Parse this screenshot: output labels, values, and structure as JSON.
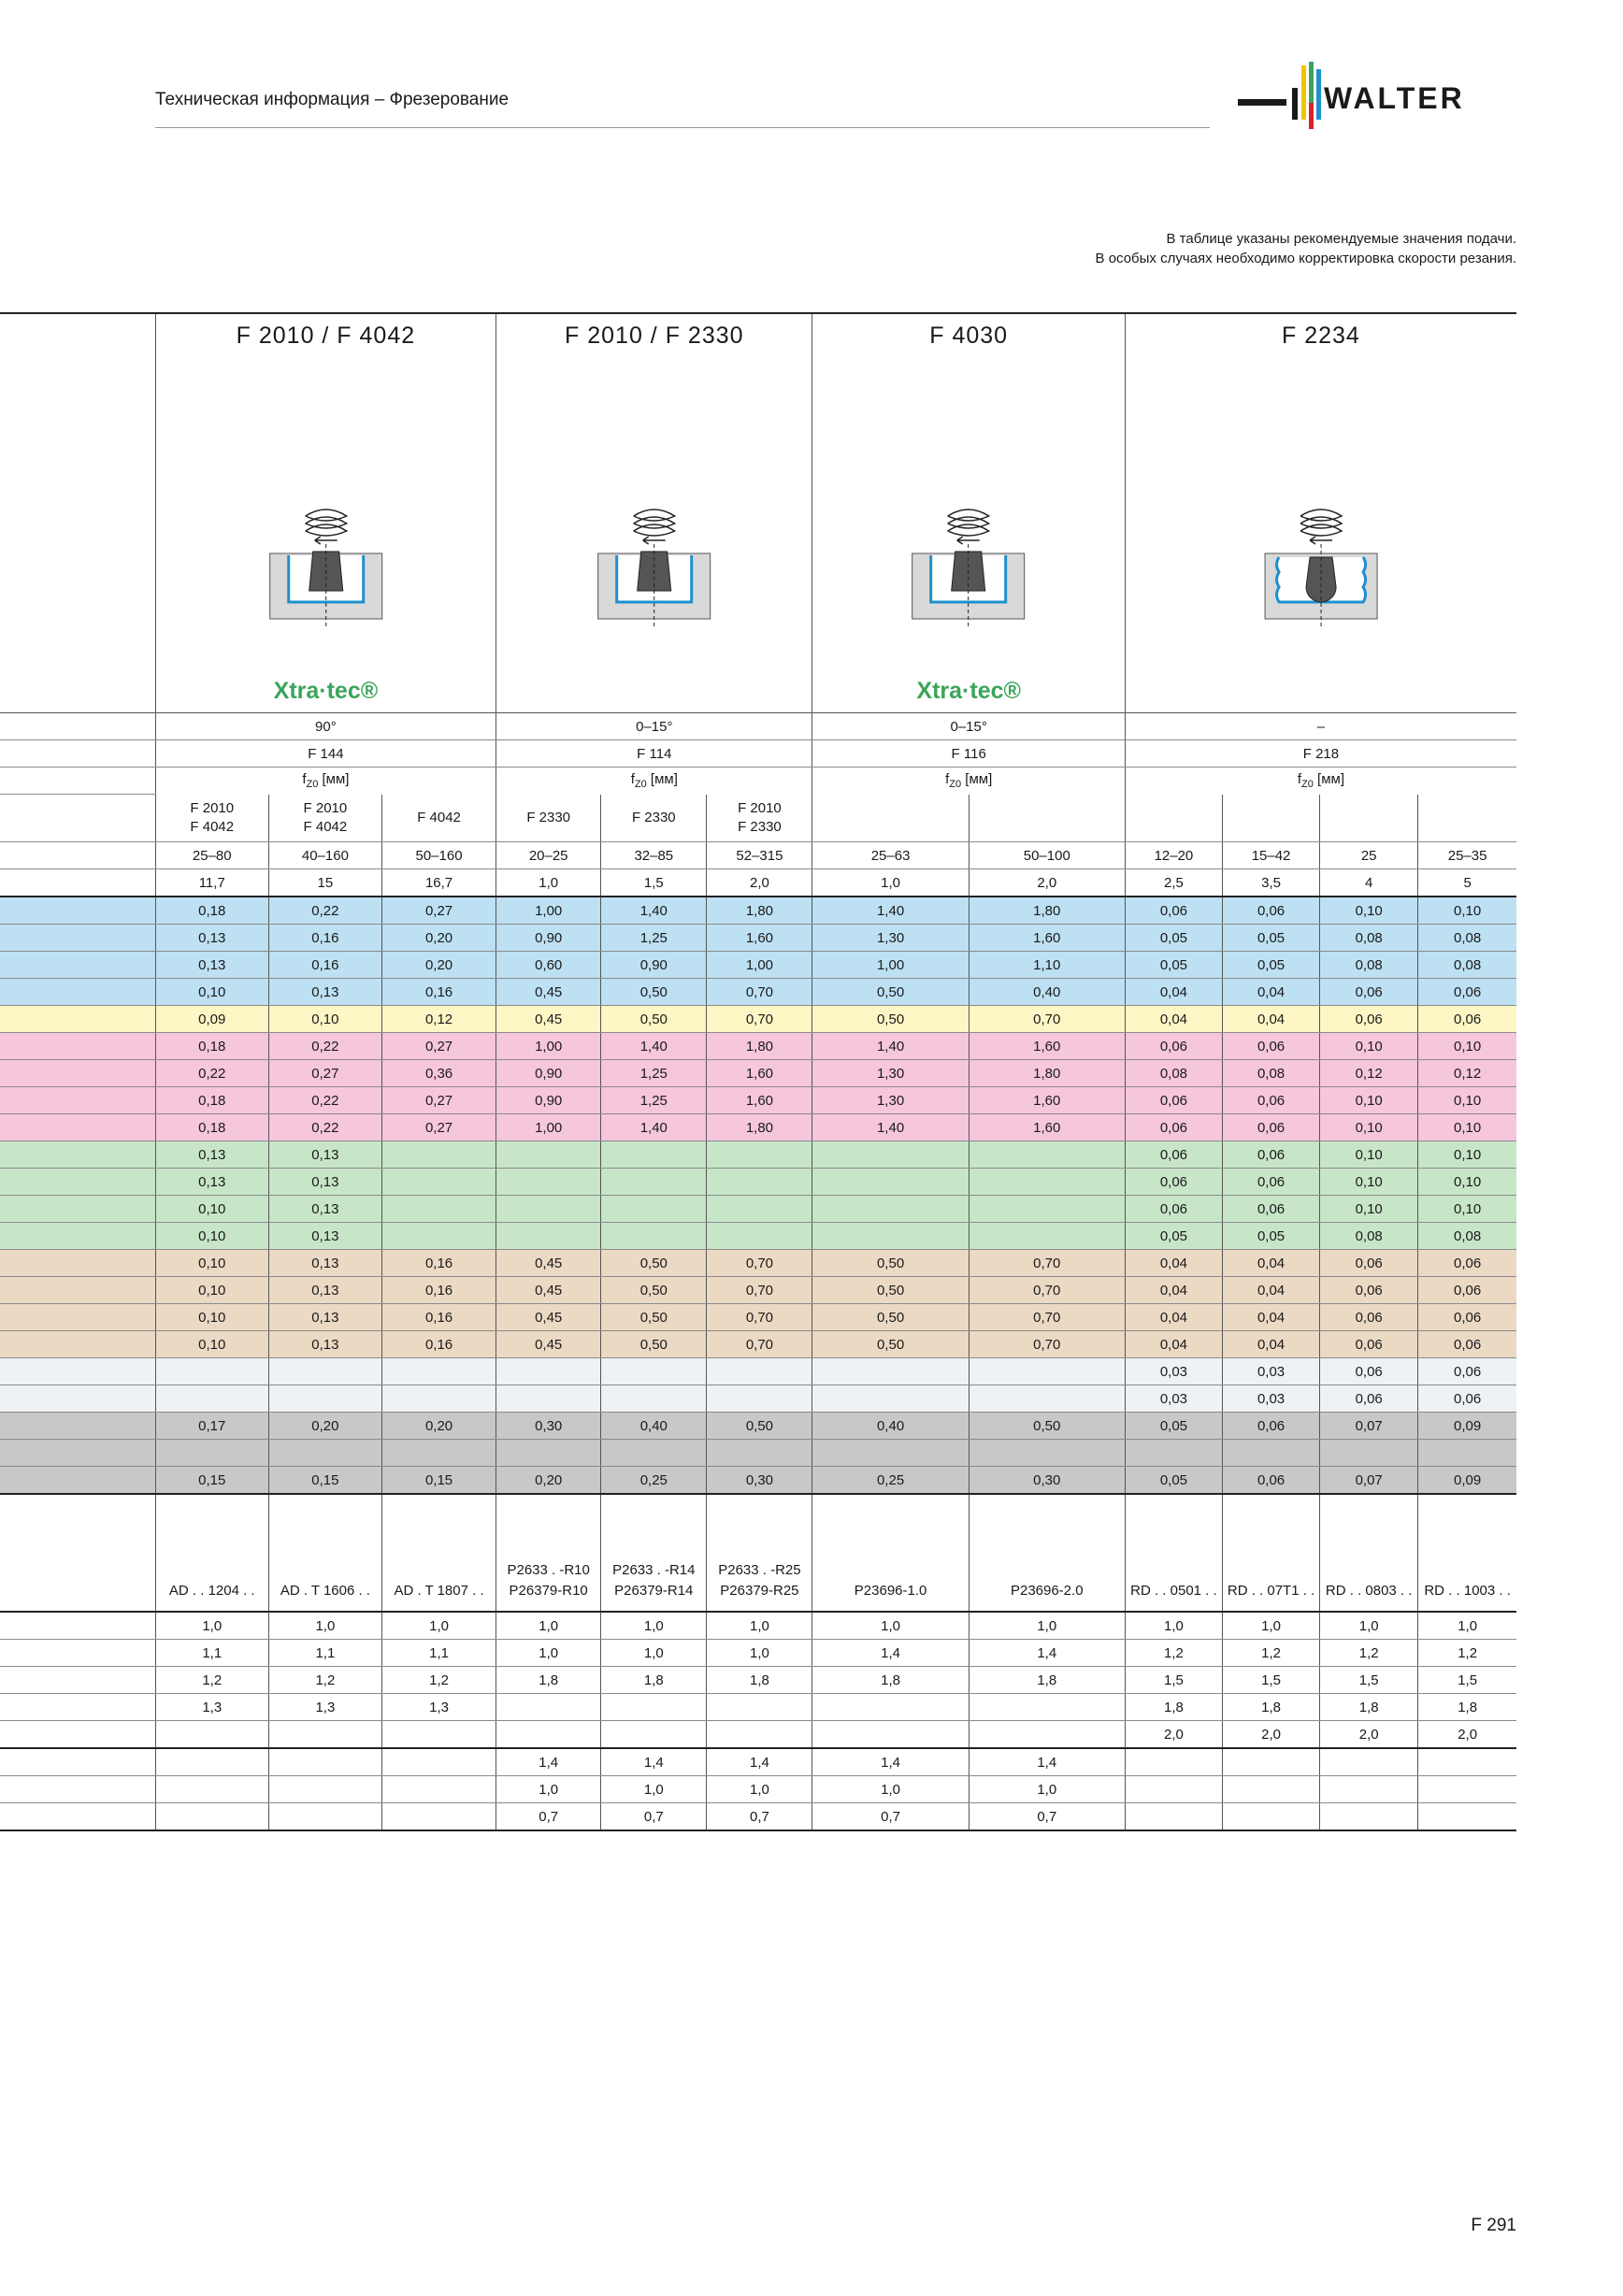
{
  "header": {
    "title": "Техническая информация – Фрезерование",
    "logo_text": "WALTER"
  },
  "notes": {
    "line1": "В таблице указаны рекомендуемые значения подачи.",
    "line2": "В особых случаях необходимо корректировка скорости резания."
  },
  "groups": [
    {
      "title": "F 2010 / F 4042",
      "brand": "Xtra·tec®",
      "angle": "90°",
      "page_ref": "F 144",
      "fz_label": "f",
      "fz_sub": "Z0",
      "fz_unit": " [мм]"
    },
    {
      "title": "F 2010 / F 2330",
      "brand": "",
      "angle": "0–15°",
      "page_ref": "F 114",
      "fz_label": "f",
      "fz_sub": "Z0",
      "fz_unit": " [мм]"
    },
    {
      "title": "F 4030",
      "brand": "Xtra·tec®",
      "angle": "0–15°",
      "page_ref": "F 116",
      "fz_label": "f",
      "fz_sub": "Z0",
      "fz_unit": " [мм]"
    },
    {
      "title": "F 2234",
      "brand": "",
      "angle": "–",
      "page_ref": "F 218",
      "fz_label": "f",
      "fz_sub": "Z0",
      "fz_unit": " [мм]"
    }
  ],
  "sub_headers": [
    "F 2010\nF 4042",
    "F 2010\nF 4042",
    "F 4042",
    "F 2330",
    "F 2330",
    "F 2010\nF 2330",
    "",
    "",
    "",
    "",
    "",
    ""
  ],
  "diameters": [
    "25–80",
    "40–160",
    "50–160",
    "20–25",
    "32–85",
    "52–315",
    "25–63",
    "50–100",
    "12–20",
    "15–42",
    "25",
    "25–35"
  ],
  "depths": [
    "11,7",
    "15",
    "16,7",
    "1,0",
    "1,5",
    "2,0",
    "1,0",
    "2,0",
    "2,5",
    "3,5",
    "4",
    "5"
  ],
  "feed_rows": [
    {
      "cls": "blue top",
      "v": [
        "0,18",
        "0,22",
        "0,27",
        "1,00",
        "1,40",
        "1,80",
        "1,40",
        "1,80",
        "0,06",
        "0,06",
        "0,10",
        "0,10"
      ]
    },
    {
      "cls": "blue",
      "v": [
        "0,13",
        "0,16",
        "0,20",
        "0,90",
        "1,25",
        "1,60",
        "1,30",
        "1,60",
        "0,05",
        "0,05",
        "0,08",
        "0,08"
      ]
    },
    {
      "cls": "blue",
      "v": [
        "0,13",
        "0,16",
        "0,20",
        "0,60",
        "0,90",
        "1,00",
        "1,00",
        "1,10",
        "0,05",
        "0,05",
        "0,08",
        "0,08"
      ]
    },
    {
      "cls": "blue",
      "v": [
        "0,10",
        "0,13",
        "0,16",
        "0,45",
        "0,50",
        "0,70",
        "0,50",
        "0,40",
        "0,04",
        "0,04",
        "0,06",
        "0,06"
      ]
    },
    {
      "cls": "yellow",
      "v": [
        "0,09",
        "0,10",
        "0,12",
        "0,45",
        "0,50",
        "0,70",
        "0,50",
        "0,70",
        "0,04",
        "0,04",
        "0,06",
        "0,06"
      ]
    },
    {
      "cls": "pink",
      "v": [
        "0,18",
        "0,22",
        "0,27",
        "1,00",
        "1,40",
        "1,80",
        "1,40",
        "1,60",
        "0,06",
        "0,06",
        "0,10",
        "0,10"
      ]
    },
    {
      "cls": "pink",
      "v": [
        "0,22",
        "0,27",
        "0,36",
        "0,90",
        "1,25",
        "1,60",
        "1,30",
        "1,80",
        "0,08",
        "0,08",
        "0,12",
        "0,12"
      ]
    },
    {
      "cls": "pink",
      "v": [
        "0,18",
        "0,22",
        "0,27",
        "0,90",
        "1,25",
        "1,60",
        "1,30",
        "1,60",
        "0,06",
        "0,06",
        "0,10",
        "0,10"
      ]
    },
    {
      "cls": "pink",
      "v": [
        "0,18",
        "0,22",
        "0,27",
        "1,00",
        "1,40",
        "1,80",
        "1,40",
        "1,60",
        "0,06",
        "0,06",
        "0,10",
        "0,10"
      ]
    },
    {
      "cls": "green",
      "v": [
        "0,13",
        "0,13",
        "",
        "",
        "",
        "",
        "",
        "",
        "0,06",
        "0,06",
        "0,10",
        "0,10"
      ]
    },
    {
      "cls": "green",
      "v": [
        "0,13",
        "0,13",
        "",
        "",
        "",
        "",
        "",
        "",
        "0,06",
        "0,06",
        "0,10",
        "0,10"
      ]
    },
    {
      "cls": "green",
      "v": [
        "0,10",
        "0,13",
        "",
        "",
        "",
        "",
        "",
        "",
        "0,06",
        "0,06",
        "0,10",
        "0,10"
      ]
    },
    {
      "cls": "green",
      "v": [
        "0,10",
        "0,13",
        "",
        "",
        "",
        "",
        "",
        "",
        "0,05",
        "0,05",
        "0,08",
        "0,08"
      ]
    },
    {
      "cls": "tan",
      "v": [
        "0,10",
        "0,13",
        "0,16",
        "0,45",
        "0,50",
        "0,70",
        "0,50",
        "0,70",
        "0,04",
        "0,04",
        "0,06",
        "0,06"
      ]
    },
    {
      "cls": "tan",
      "v": [
        "0,10",
        "0,13",
        "0,16",
        "0,45",
        "0,50",
        "0,70",
        "0,50",
        "0,70",
        "0,04",
        "0,04",
        "0,06",
        "0,06"
      ]
    },
    {
      "cls": "tan",
      "v": [
        "0,10",
        "0,13",
        "0,16",
        "0,45",
        "0,50",
        "0,70",
        "0,50",
        "0,70",
        "0,04",
        "0,04",
        "0,06",
        "0,06"
      ]
    },
    {
      "cls": "tan",
      "v": [
        "0,10",
        "0,13",
        "0,16",
        "0,45",
        "0,50",
        "0,70",
        "0,50",
        "0,70",
        "0,04",
        "0,04",
        "0,06",
        "0,06"
      ]
    },
    {
      "cls": "light",
      "v": [
        "",
        "",
        "",
        "",
        "",
        "",
        "",
        "",
        "0,03",
        "0,03",
        "0,06",
        "0,06"
      ]
    },
    {
      "cls": "light",
      "v": [
        "",
        "",
        "",
        "",
        "",
        "",
        "",
        "",
        "0,03",
        "0,03",
        "0,06",
        "0,06"
      ]
    },
    {
      "cls": "gray",
      "v": [
        "0,17",
        "0,20",
        "0,20",
        "0,30",
        "0,40",
        "0,50",
        "0,40",
        "0,50",
        "0,05",
        "0,06",
        "0,07",
        "0,09"
      ]
    },
    {
      "cls": "gray",
      "v": [
        "",
        "",
        "",
        "",
        "",
        "",
        "",
        "",
        "",
        "",
        "",
        ""
      ]
    },
    {
      "cls": "gray",
      "v": [
        "0,15",
        "0,15",
        "0,15",
        "0,20",
        "0,25",
        "0,30",
        "0,25",
        "0,30",
        "0,05",
        "0,06",
        "0,07",
        "0,09"
      ]
    }
  ],
  "insert_types": [
    "AD . . 1204 . .",
    "AD . T 1606 . .",
    "AD . T 1807 . .",
    "P2633 . -R10\nP26379-R10",
    "P2633 . -R14\nP26379-R14",
    "P2633 . -R25\nP26379-R25",
    "P23696-1.0",
    "P23696-2.0",
    "RD . . 0501 . .",
    "RD . . 07T1 . .",
    "RD . . 0803 . .",
    "RD . . 1003 . ."
  ],
  "factor_rows": [
    {
      "cls": "top",
      "v": [
        "1,0",
        "1,0",
        "1,0",
        "1,0",
        "1,0",
        "1,0",
        "1,0",
        "1,0",
        "1,0",
        "1,0",
        "1,0",
        "1,0"
      ]
    },
    {
      "cls": "",
      "v": [
        "1,1",
        "1,1",
        "1,1",
        "1,0",
        "1,0",
        "1,0",
        "1,4",
        "1,4",
        "1,2",
        "1,2",
        "1,2",
        "1,2"
      ]
    },
    {
      "cls": "",
      "v": [
        "1,2",
        "1,2",
        "1,2",
        "1,8",
        "1,8",
        "1,8",
        "1,8",
        "1,8",
        "1,5",
        "1,5",
        "1,5",
        "1,5"
      ]
    },
    {
      "cls": "",
      "v": [
        "1,3",
        "1,3",
        "1,3",
        "",
        "",
        "",
        "",
        "",
        "1,8",
        "1,8",
        "1,8",
        "1,8"
      ]
    },
    {
      "cls": "",
      "v": [
        "",
        "",
        "",
        "",
        "",
        "",
        "",
        "",
        "2,0",
        "2,0",
        "2,0",
        "2,0"
      ]
    },
    {
      "cls": "top",
      "v": [
        "",
        "",
        "",
        "1,4",
        "1,4",
        "1,4",
        "1,4",
        "1,4",
        "",
        "",
        "",
        ""
      ]
    },
    {
      "cls": "",
      "v": [
        "",
        "",
        "",
        "1,0",
        "1,0",
        "1,0",
        "1,0",
        "1,0",
        "",
        "",
        "",
        ""
      ]
    },
    {
      "cls": "",
      "v": [
        "",
        "",
        "",
        "0,7",
        "0,7",
        "0,7",
        "0,7",
        "0,7",
        "",
        "",
        "",
        ""
      ]
    }
  ],
  "page_number": "F 291",
  "colors": {
    "blue": "#bde0f3",
    "yellow": "#fdf6c5",
    "pink": "#f6c6dd",
    "green": "#c7e6c8",
    "tan": "#ecd9c4",
    "light": "#eef2f5",
    "gray": "#c8c8c8",
    "brand_green": "#3aa55a",
    "diagram_blue": "#1e8fcf"
  }
}
